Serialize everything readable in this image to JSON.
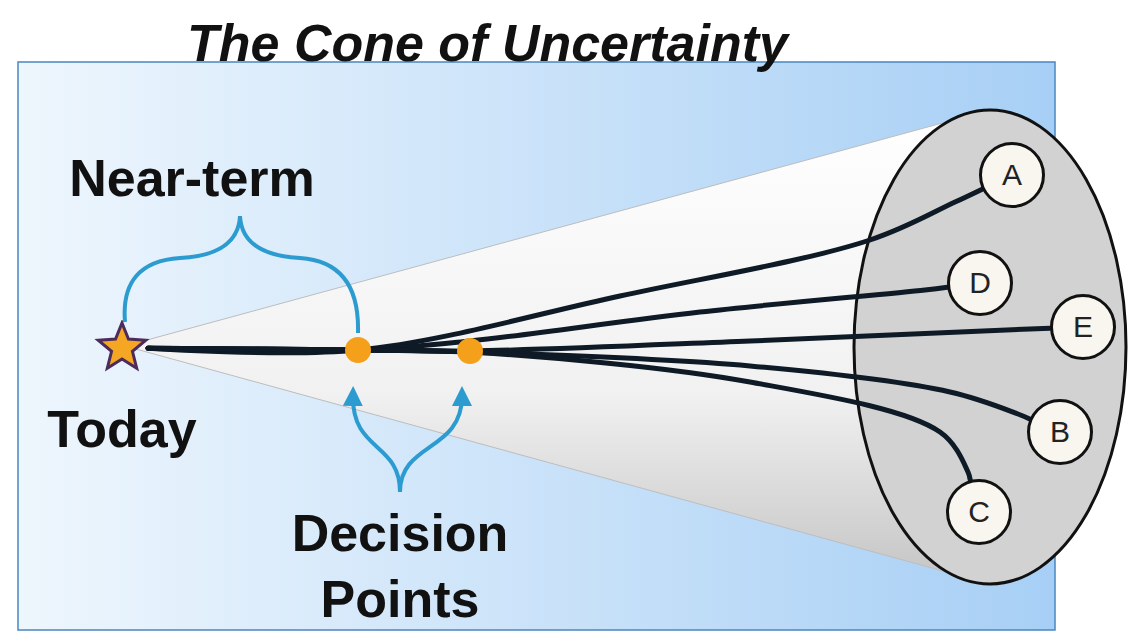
{
  "diagram": {
    "title": "The Cone of Uncertainty",
    "nodes": [
      {
        "text": [
          "Today"
        ]
      },
      {
        "text": [
          "A"
        ]
      },
      {
        "text": [
          "D"
        ]
      },
      {
        "text": [
          "E"
        ]
      },
      {
        "text": [
          "B"
        ]
      },
      {
        "text": [
          "C"
        ]
      }
    ],
    "edges": [
      {
        "from": 0,
        "to": 1,
        "arrow": "none"
      },
      {
        "from": 0,
        "to": 2,
        "arrow": "none"
      },
      {
        "from": 0,
        "to": 3,
        "arrow": "none"
      },
      {
        "from": 0,
        "to": 4,
        "arrow": "none"
      },
      {
        "from": 0,
        "to": 5,
        "arrow": "none"
      }
    ],
    "labels": [
      "Near-term",
      "Decision Points"
    ]
  }
}
